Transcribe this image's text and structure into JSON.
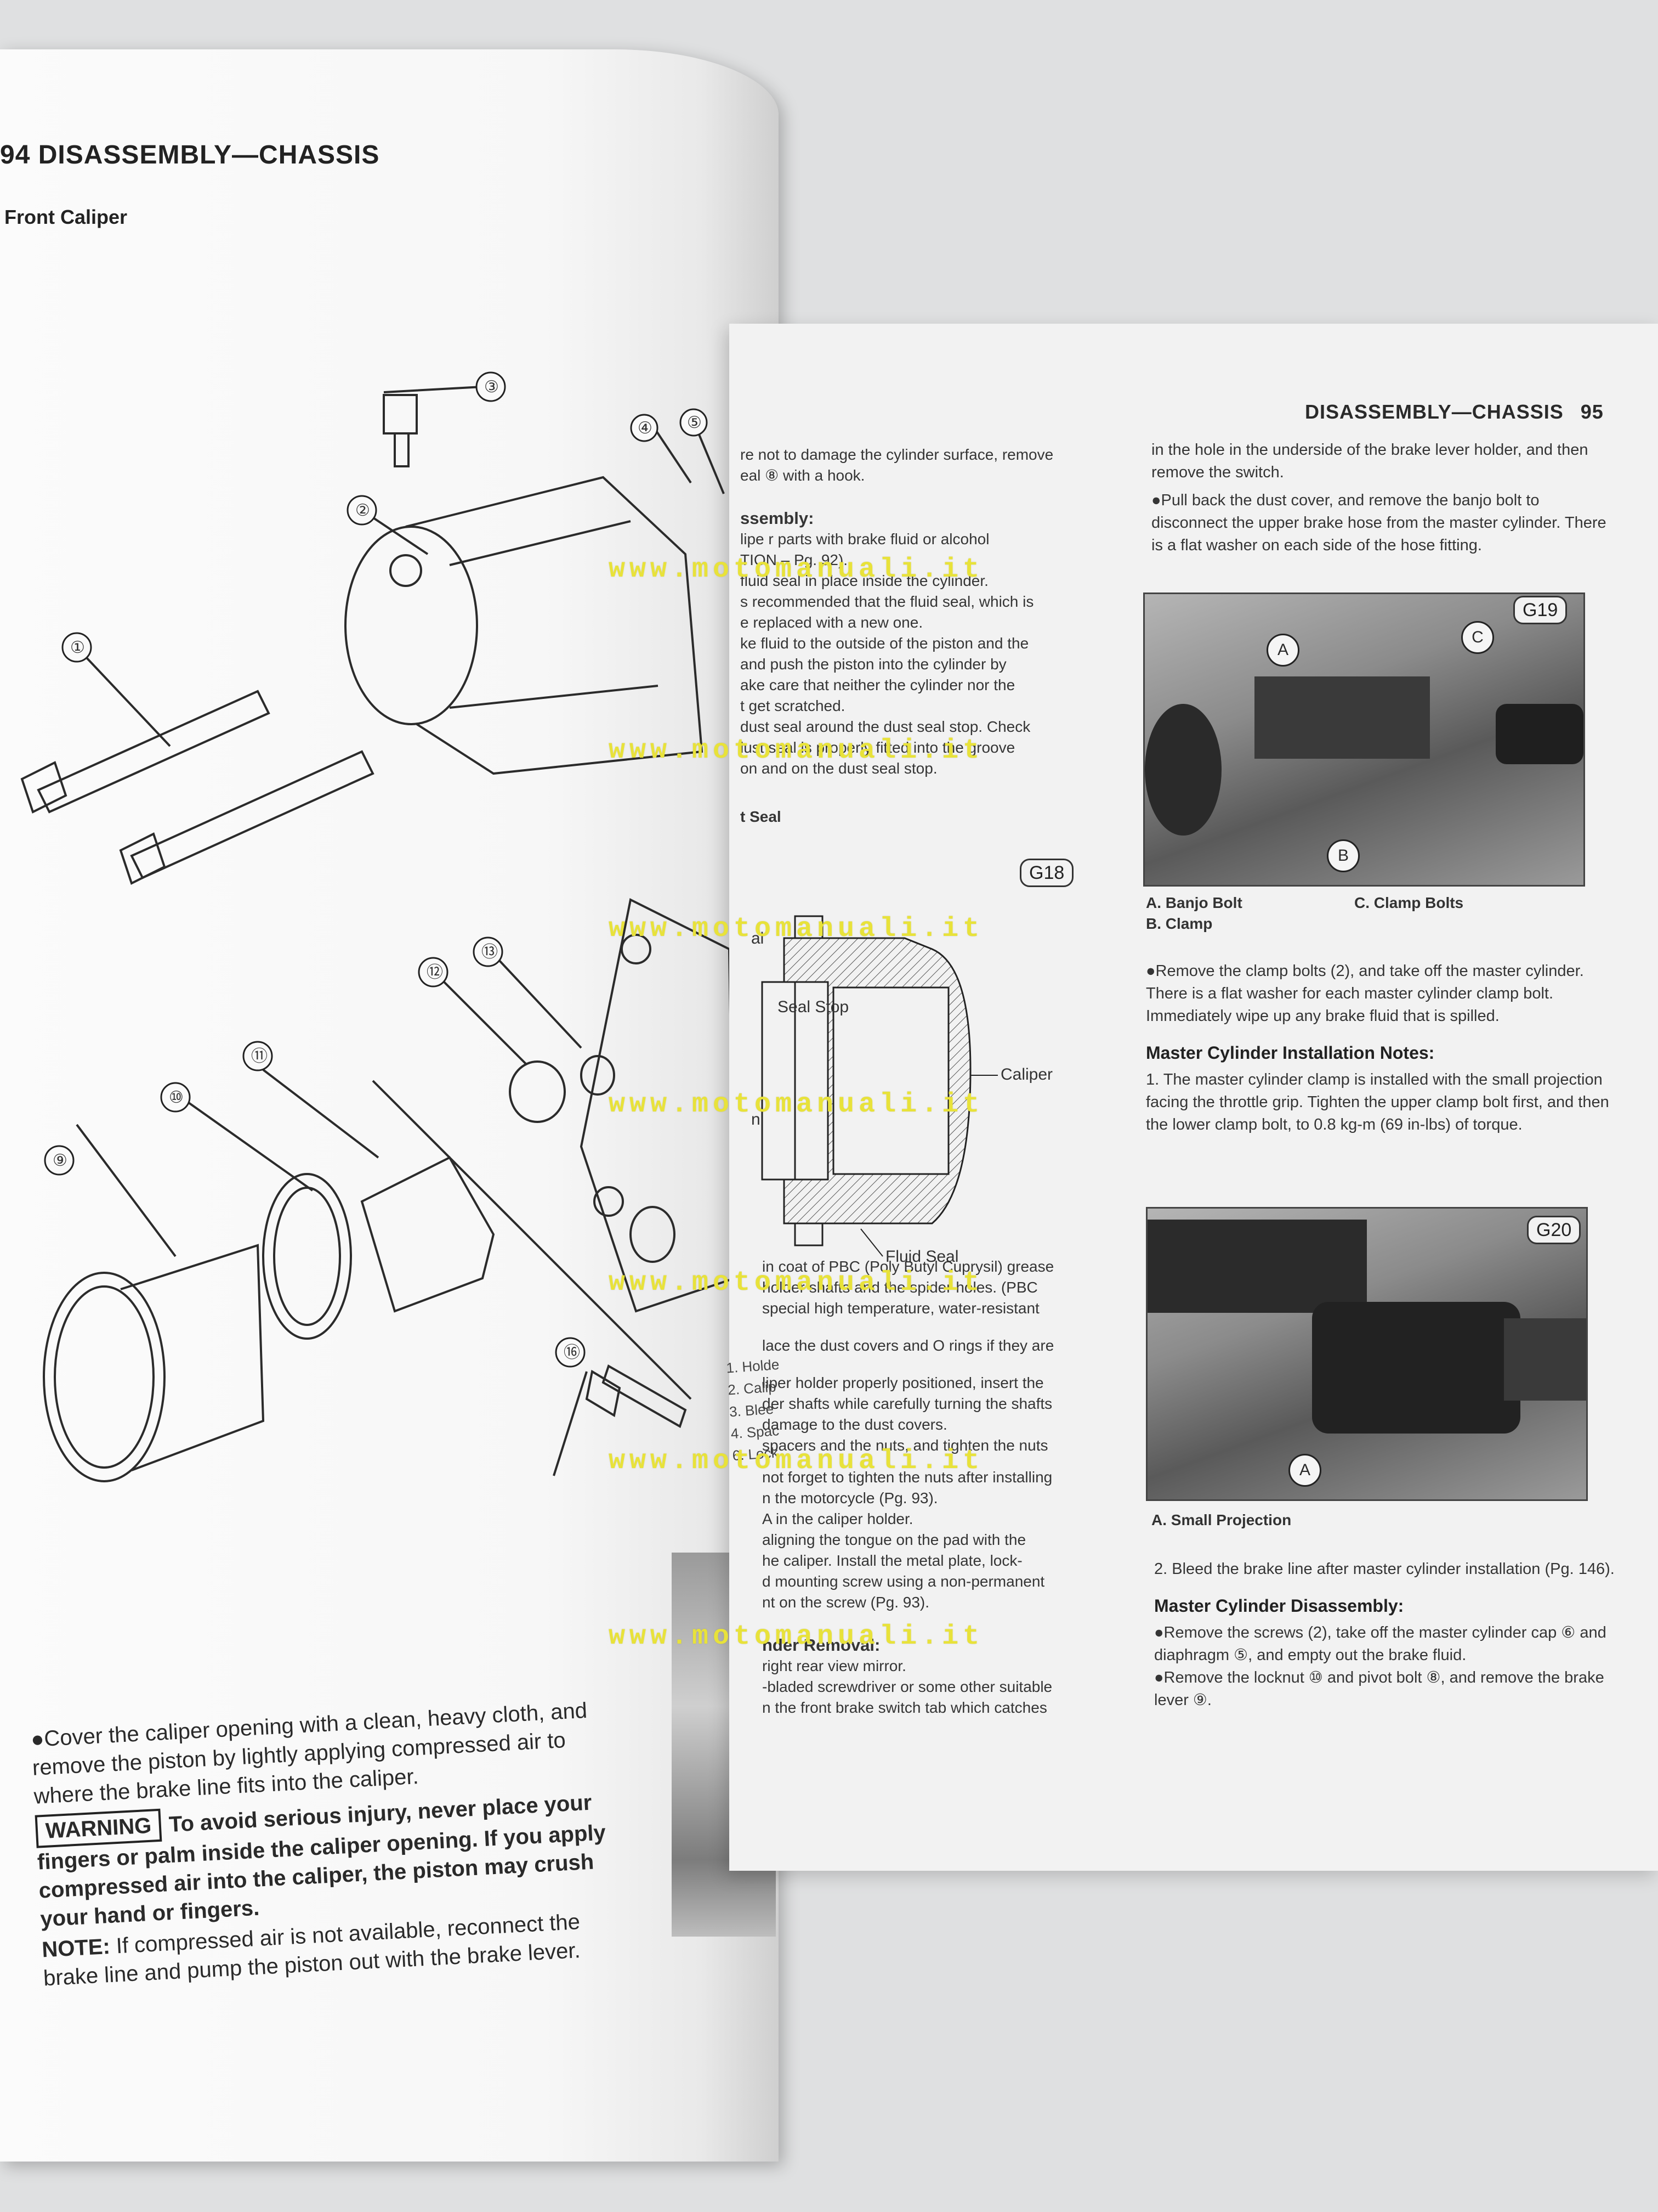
{
  "right_page": {
    "header": "DISASSEMBLY—CHASSIS",
    "page_number": "95",
    "col_mid": [
      "re not to damage the cylinder surface, remove",
      "eal ⑧ with a hook.",
      "ssembly:",
      "lipe r parts with brake fluid or alcohol",
      "TION – Pg. 92).",
      "fluid seal in place inside the cylinder.",
      "s recommended that the fluid seal, which is",
      "e replaced with a new one.",
      "ke fluid to the outside of the piston and the",
      "and push the piston into the cylinder by",
      "ake care that neither the cylinder nor the",
      "t get scratched.",
      "dust seal around the dust seal stop. Check",
      "lust seal is properly fitted into the groove",
      "on and on the dust seal stop.",
      "t Seal",
      "in coat of PBC (Poly Butyl Cuprysil) grease",
      "holder shafts and the spider holes. (PBC",
      "special high temperature, water-resistant",
      "lace the dust covers and O rings if they are",
      "liper holder properly positioned, insert the",
      "der shafts while carefully turning the shafts",
      "damage to the dust covers.",
      "spacers and the nuts, and tighten the nuts",
      "not forget to tighten the nuts after installing",
      "n the motorcycle (Pg. 93).",
      "A in the caliper holder.",
      "aligning the tongue on the pad with the",
      "he caliper. Install the metal plate, lock-",
      "d mounting screw using a non-permanent",
      "nt on the screw (Pg. 93).",
      "nder Removal:",
      "right rear view mirror.",
      "-bladed screwdriver or some other suitable",
      "n the front brake switch tab which catches"
    ],
    "diagram_g18": {
      "tag": "G18",
      "labels": [
        "Seal Stop",
        "Caliper",
        "Fluid Seal",
        "al",
        "n"
      ]
    },
    "fig_g19": {
      "tag": "G19",
      "callouts": [
        "A",
        "B",
        "C"
      ],
      "captions": [
        "A. Banjo Bolt",
        "B. Clamp",
        "C. Clamp Bolts"
      ]
    },
    "fig_g20": {
      "tag": "G20",
      "callouts": [
        "A"
      ],
      "captions": [
        "A. Small Projection"
      ]
    },
    "col_right": {
      "p1": "in the hole in the underside of the brake lever holder, and then remove the switch.",
      "p2": "●Pull back the dust cover, and remove the banjo bolt to disconnect the upper brake hose from the master cylinder. There is a flat washer on each side of the hose fitting.",
      "p3": "●Remove the clamp bolts (2), and take off the master cylinder. There is a flat washer for each master cylinder clamp bolt. Immediately wipe up any brake fluid that is spilled.",
      "h_install": "Master Cylinder Installation Notes:",
      "p4": "1. The master cylinder clamp is installed with the small projection facing the throttle grip. Tighten the upper clamp bolt first, and then the lower clamp bolt, to 0.8 kg-m (69 in-lbs) of torque.",
      "p5": "2. Bleed the brake line after master cylinder installation (Pg. 146).",
      "h_disasm": "Master Cylinder Disassembly:",
      "p6": "●Remove the screws (2), take off the master cylinder cap ⑥ and diaphragm ⑤, and empty out the brake fluid.",
      "p7": "●Remove the locknut ⑩ and pivot bolt ⑧, and remove the brake lever ⑨."
    }
  },
  "left_page": {
    "header": "94 DISASSEMBLY—CHASSIS",
    "subheader": "Front Caliper",
    "part_numbers": [
      "①",
      "②",
      "③",
      "④",
      "⑤",
      "⑨",
      "⑩",
      "⑪",
      "⑫",
      "⑬",
      "⑯"
    ],
    "side_list": [
      "1. Holde",
      "2. Calip",
      "3. Blee",
      "4. Spac",
      "6. Lock"
    ],
    "body_p1": "●Cover the caliper opening with a clean, heavy cloth, and remove the piston by lightly applying compressed air to where the brake line fits into the caliper.",
    "warning_label": "WARNING",
    "warning_text": "To avoid serious injury, never place your fingers or palm inside the caliper opening. If you apply compressed air into the caliper, the piston may crush your hand or fingers.",
    "note_label": "NOTE:",
    "note_text": "If compressed air is not available, reconnect the brake line and pump the piston out with the brake lever."
  },
  "watermark": "www.motomanuali.it"
}
